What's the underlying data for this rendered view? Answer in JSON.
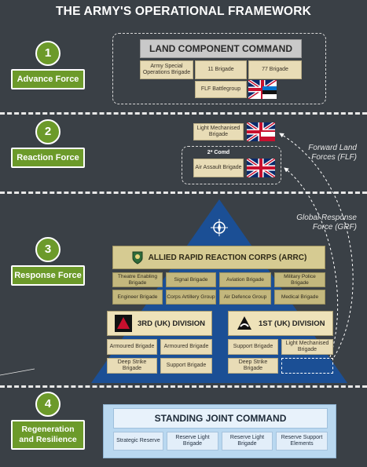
{
  "title": "THE ARMY'S OPERATIONAL FRAMEWORK",
  "tiers": [
    {
      "number": "1",
      "name": "Advance Force"
    },
    {
      "number": "2",
      "name": "Reaction Force"
    },
    {
      "number": "3",
      "name": "Response Force"
    },
    {
      "number": "4",
      "name": "Regeneration and Resilience"
    }
  ],
  "advance": {
    "header": "LAND COMPONENT COMMAND",
    "units": [
      "Army Special Operations Brigade",
      "11 Brigade",
      "77 Brigade"
    ],
    "flf": "FLF Battlegroup"
  },
  "reaction": {
    "light_mech": "Light Mechanised Brigade",
    "comd_label": "2* Comd",
    "air_assault": "Air Assault Brigade"
  },
  "notes": {
    "flf": "Forward Land Forces (FLF)",
    "grf": "Global Response Force (GRF)"
  },
  "arrc": {
    "header": "ALLIED RAPID REACTION CORPS (ARRC)",
    "row1": [
      "Theatre Enabling Brigade",
      "Signal Brigade",
      "Aviation Brigade",
      "Military Police Brigade"
    ],
    "row2": [
      "Engineer Brigade",
      "Corps Artillery Group",
      "Air Defence Group",
      "Medical Brigade"
    ]
  },
  "div3": {
    "header": "3RD (UK) DIVISION",
    "units": [
      "Armoured Brigade",
      "Armoured Brigade",
      "Deep Strike Brigade",
      "Support Brigade"
    ]
  },
  "div1": {
    "header": "1ST (UK) DIVISION",
    "units": [
      "Support Brigade",
      "Light Mechanised Brigade",
      "Deep Strike Brigade"
    ]
  },
  "sjc": {
    "header": "STANDING JOINT COMMAND",
    "units": [
      "Strategic Reserve",
      "Reserve Light Brigade",
      "Reserve Light Brigade",
      "Reserve Support Elements"
    ]
  },
  "colors": {
    "background": "#3a4046",
    "tier_green": "#6c9a2a",
    "pyramid_blue": "#1b4f95",
    "sjc_blue": "#b9d8f0",
    "brigade_tan": "#e8dcb6"
  }
}
